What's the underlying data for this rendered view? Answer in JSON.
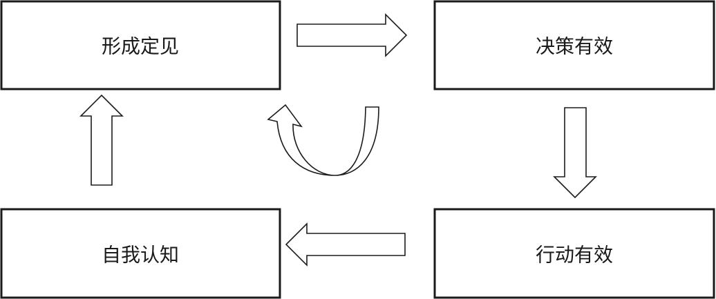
{
  "diagram": {
    "nodes": {
      "top_left": "形成定见",
      "top_right": "决策有效",
      "bottom_right": "行动有效",
      "bottom_left": "自我认知"
    },
    "edges": [
      {
        "from": "top_left",
        "to": "top_right"
      },
      {
        "from": "top_right",
        "to": "bottom_right"
      },
      {
        "from": "bottom_right",
        "to": "bottom_left"
      },
      {
        "from": "bottom_left",
        "to": "top_left"
      }
    ],
    "colors": {
      "stroke": "#1a1a1a",
      "fill": "#ffffff"
    }
  }
}
